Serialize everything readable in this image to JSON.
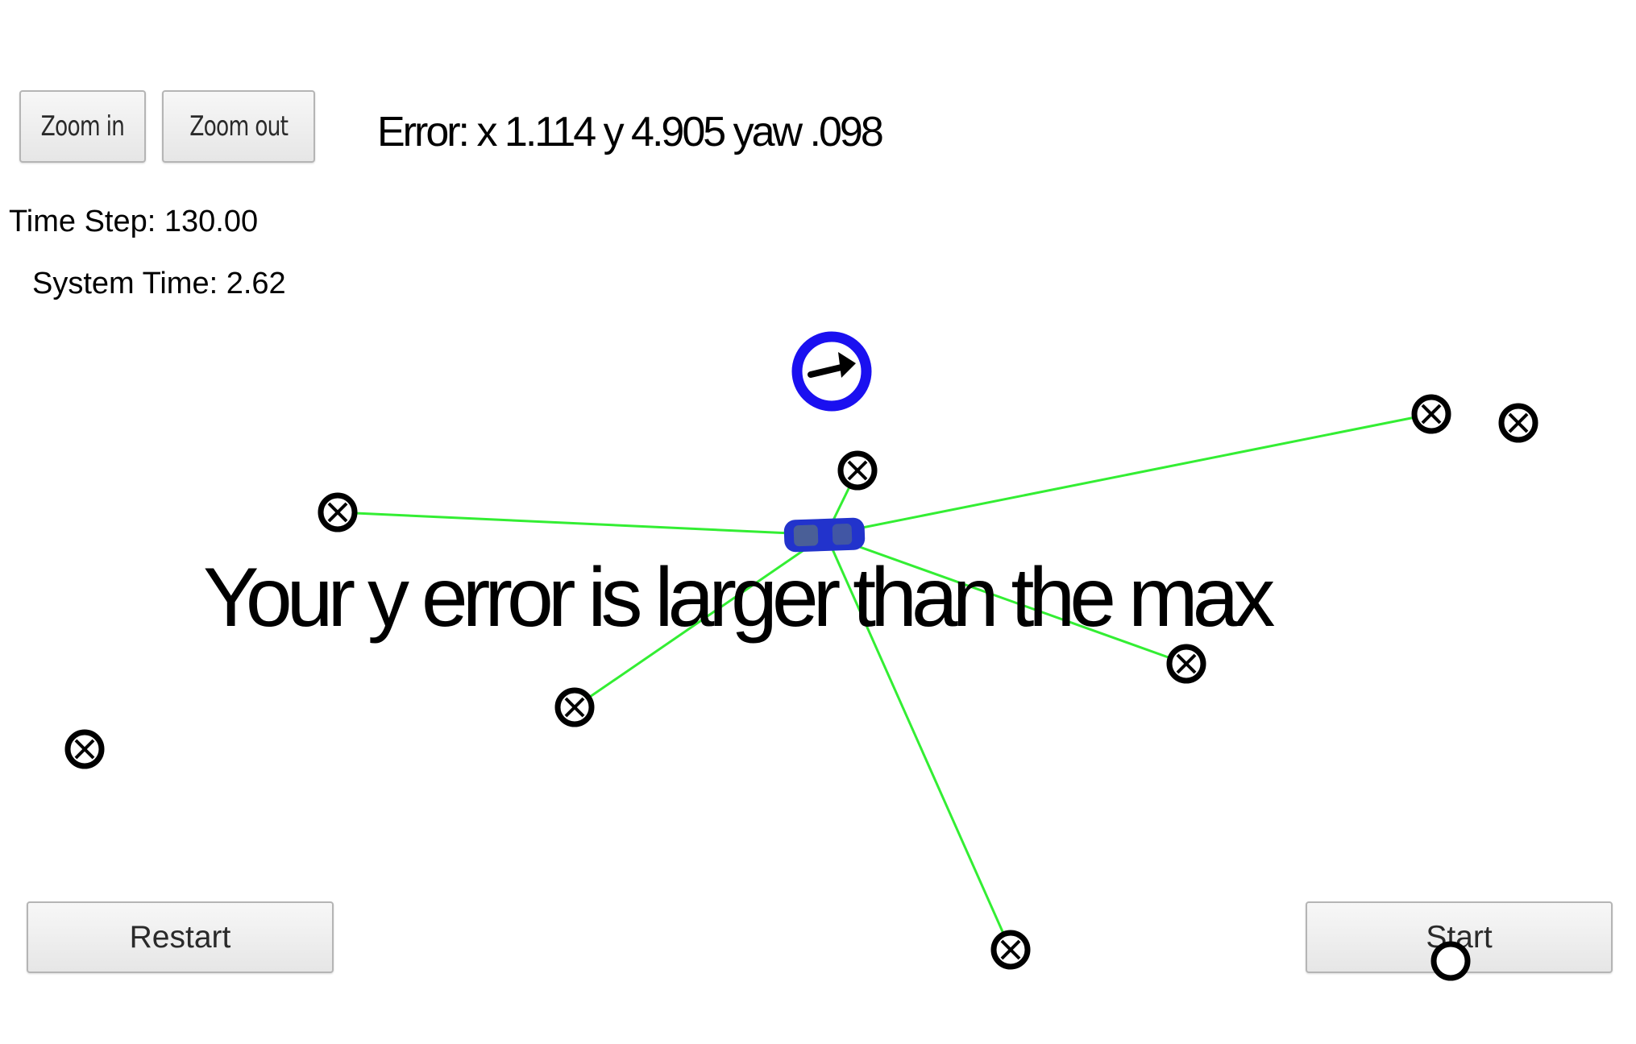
{
  "toolbar": {
    "zoom_in_label": "Zoom in",
    "zoom_out_label": "Zoom out"
  },
  "status": {
    "error_text": "Error: x 1.114 y 4.905 yaw .098",
    "time_step": "Time Step: 130.00",
    "system_time": "System Time: 2.62"
  },
  "message": "Your y error is larger than the max",
  "controls": {
    "restart_label": "Restart",
    "start_label": "Start"
  },
  "colors": {
    "observation_line": "#33ee33",
    "ground_truth_ring": "#1a10f0",
    "vehicle": "#2233cc",
    "landmark": "#000000"
  },
  "icons": {
    "landmark": "landmark-x-icon",
    "ground-truth": "ground-truth-ring-icon",
    "vehicle": "vehicle-icon"
  }
}
